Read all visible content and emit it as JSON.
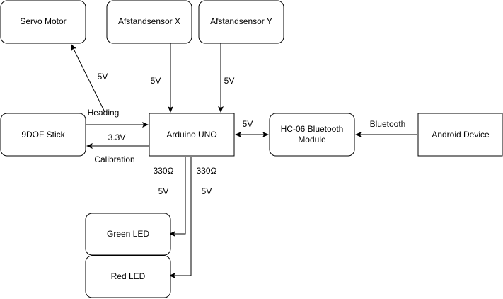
{
  "nodes": {
    "servo_motor": "Servo Motor",
    "afstandsensor_x": "Afstandsensor X",
    "afstandsensor_y": "Afstandsensor Y",
    "nine_dof": "9DOF Stick",
    "arduino": "Arduino UNO",
    "hc06_line1": "HC-06 Bluetooth",
    "hc06_line2": "Module",
    "android": "Android Device",
    "green_led": "Green LED",
    "red_led": "Red LED"
  },
  "edges": {
    "servo_voltage": "5V",
    "heading": "Heading",
    "x_voltage": "5V",
    "y_voltage": "5V",
    "nine_dof_voltage": "3.3V",
    "calibration": "Calibration",
    "hc06_voltage": "5V",
    "bluetooth": "Bluetooth",
    "green_resistor": "330Ω",
    "green_voltage": "5V",
    "red_resistor": "330Ω",
    "red_voltage": "5V"
  }
}
